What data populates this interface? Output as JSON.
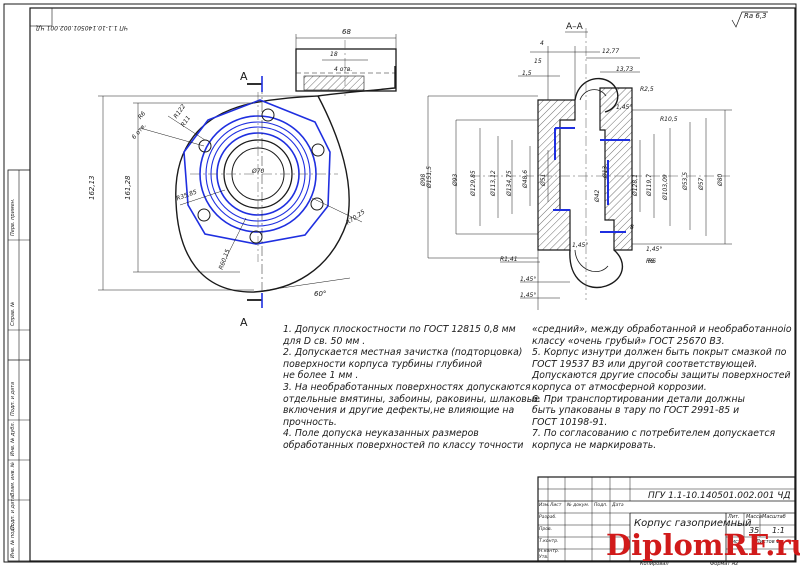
{
  "frame": {
    "stamp_code_rotated": "ЧП 1.1-10.140501.002.001 ЧД",
    "roughness_mark": "Ra 6,3"
  },
  "section": {
    "label": "А–А",
    "cut_letter": "А"
  },
  "front_view_dims": [
    "68",
    "18",
    "4 отв.",
    "R6",
    "R122",
    "R11",
    "R70,25",
    "R35,85",
    "R60,15",
    "Ø70",
    "162,13",
    "161,28",
    "60°",
    "6 отв."
  ],
  "section_dims": [
    "4",
    "15",
    "12,77",
    "13,73",
    "1,5",
    "1,45°",
    "8",
    "1,45°",
    "R6",
    "Ø151,5",
    "Ø98",
    "Ø93",
    "Ø129,85",
    "Ø113,12",
    "Ø134,75",
    "Ø48,6",
    "Ø51",
    "Ø128,1",
    "Ø119,7",
    "Ø103,09",
    "Ø53,5",
    "Ø57",
    "Ø80",
    "Ø42",
    "Ø13",
    "R2,5",
    "R1,41",
    "R10,5",
    "1,45°",
    "1,45°",
    "1,45°",
    "R6"
  ],
  "notes": {
    "left": [
      "1. Допуск плоскостности по ГОСТ 12815 0,8 мм",
      "для D св. 50 мм .",
      "2. Допускается местная зачистка (подторцовка)",
      " поверхности корпуса турбины глубиной",
      " не более 1 мм .",
      "3. На необработанных поверхностях допускаются",
      "отдельные вмятины, забоины, раковины, шлаковые",
      "включения и другие дефекты,не влияющие на",
      "прочность.",
      "4. Поле допуска неуказанных размеров",
      "обработанных поверхностей по классу точности"
    ],
    "right": [
      "«средний», между обработанной и необработанноiо",
      "классу «очень грубый» ГОСТ 25670   В3.",
      "5. Корпус изнутри должен быть покрыт смазкой по",
      "ГОСТ 19537  ВЗ или другой соответствующей.",
      "Допускаются другие способы защиты поверхностей",
      "корпуса от атмосферной коррозии.",
      "6. При транспортировании детали должны",
      "быть упакованы в тару по ГОСТ 2991-85 и",
      "ГОСТ 10198-91.",
      "7. По согласованию с потребителем допускается",
      "корпуса не маркировать."
    ]
  },
  "title_block": {
    "doc_code": "ПГУ 1.1-10.140501.002.001 ЧД",
    "part_name": "Корпус газоприемный",
    "col_lit": "Лит.",
    "col_mass": "Масса",
    "col_scale": "Масштаб",
    "mass": "35",
    "scale": "1:1",
    "sheet": "Лист",
    "sheets": "Листов 1",
    "copied": "Копировал",
    "format": "Формат  А2",
    "rows": [
      "Изм.",
      "Лист",
      "№ докум.",
      "Подп.",
      "Дата",
      "Разраб.",
      "Пров.",
      "Т.контр.",
      "Н.контр.",
      "Утв."
    ]
  },
  "side_stamps": [
    "Перв. примен.",
    "Справ. №",
    "Подп. и дата",
    "Инв. № дубл.",
    "Взам. инв. №",
    "Подп. и дата",
    "Инв. № подл."
  ],
  "watermark": "DiplomRF.ru",
  "colors": {
    "blue": "#1f2fe0",
    "dark": "#1a1a1a",
    "watermark_red": "#d11a1a"
  }
}
